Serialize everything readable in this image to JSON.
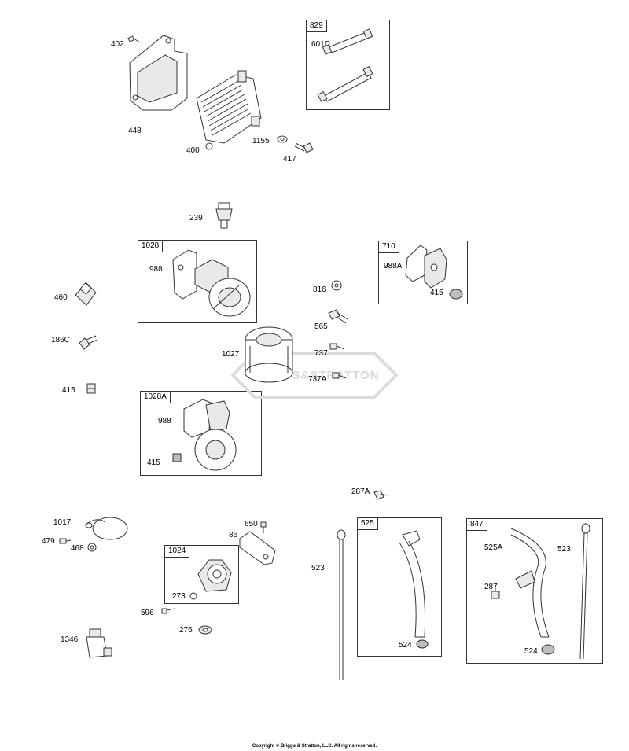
{
  "labels": {
    "p402": "402",
    "p448": "448",
    "p400": "400",
    "p1155": "1155",
    "p417": "417",
    "p829": "829",
    "p601d": "601D",
    "p239": "239",
    "p1028": "1028",
    "p988a": "988",
    "p710": "710",
    "p988A": "988A",
    "p415a": "415",
    "p460": "460",
    "p186c": "186C",
    "p415b": "415",
    "p816": "816",
    "p565": "565",
    "p737": "737",
    "p737a": "737A",
    "p1027": "1027",
    "p1028a": "1028A",
    "p988b": "988",
    "p415c": "415",
    "p287a": "287A",
    "p1017": "1017",
    "p479": "479",
    "p468": "468",
    "p650": "650",
    "p86": "86",
    "p1024": "1024",
    "p273": "273",
    "p596": "596",
    "p276": "276",
    "p1346": "1346",
    "p523a": "523",
    "p525": "525",
    "p524a": "524",
    "p847": "847",
    "p525a": "525A",
    "p523b": "523",
    "p287": "287",
    "p524b": "524"
  },
  "watermark": "BRIGGS&STRATTON",
  "copyright": "Copyright © Briggs & Stratton, LLC. All rights reserved."
}
